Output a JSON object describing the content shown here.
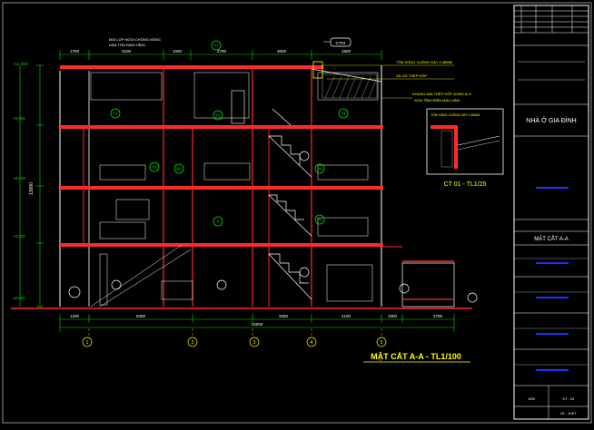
{
  "sheet": {
    "title_block": {
      "project_name": "NHÀ Ở GIA ĐÌNH",
      "drawing_name": "MẶT CẮT A-A",
      "scale_cell": "1/50",
      "sheet_code": "KT - 01",
      "sheet_no": "01 - 10KT"
    },
    "section": {
      "caption": "MẶT CẮT A-A - TL1/100",
      "top_dims": [
        "1700",
        "3100",
        "1000",
        "2700",
        "3000",
        "1800"
      ],
      "bottom_dims": [
        "1200",
        "5300",
        "3300",
        "4100",
        "1000",
        "2700"
      ],
      "total_dim": "24000",
      "axis_labels": [
        "1",
        "2",
        "3",
        "4",
        "5"
      ],
      "level_marks": [
        "+12.000",
        "+9.000",
        "+6.600",
        "+3.300",
        "±0.000"
      ],
      "height_total": "13000",
      "room_tags": [
        "P3",
        "P2",
        "WC",
        "P1",
        "K",
        "P4",
        "P5",
        "P6",
        "P7"
      ],
      "note_top_left": "MÁI LỢP NGÓI CHỐNG NÓNG",
      "note_top_left_2": "DÀN TÔN ĐỊNH HÌNH",
      "note_roof_1": "TÔN SÓNG VUÔNG DÀY 0.45MM",
      "note_roof_2": "XÀ GỒ THÉP HỘP",
      "note_detail_1": "KHUNG MÁI THÉP HỘP 40X80 A=0",
      "note_detail_2": "SƠN TĨNH ĐIỆN MÀU XÁM",
      "detail_tag": "CT01",
      "detail_caption": "CT 01 - TL1/25",
      "detail_inner": "TÔN SÓNG VUÔNG DÀY 0.45MM"
    }
  },
  "colors": {
    "background": "#000000",
    "cad_red": "#ff2a2a",
    "cad_yellow": "#ffff00",
    "cad_green": "#00e000",
    "cad_white": "#ffffff",
    "cad_blue": "#2030ff",
    "cad_grey": "#909090"
  }
}
